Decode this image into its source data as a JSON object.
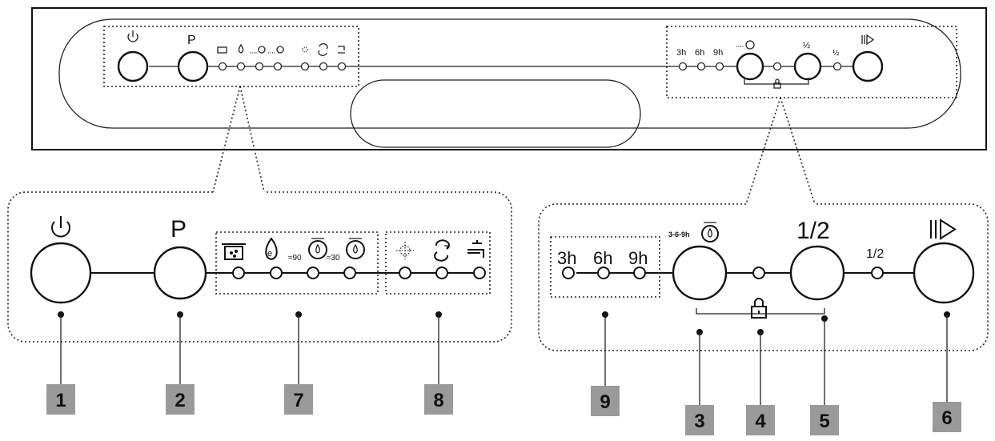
{
  "top_panel": {
    "left_labels": [
      "3h",
      "6h",
      "9h"
    ],
    "half_label": "½",
    "half_small": "½",
    "p_label": "P"
  },
  "left_detail": {
    "p_label": "P",
    "prog_90": "≈90",
    "prog_30": "≈30"
  },
  "right_detail": {
    "delay_labels": [
      "3h",
      "6h",
      "9h"
    ],
    "delay_prefix": "3-6-9h",
    "half_large": "1/2",
    "half_small": "1/2"
  },
  "callouts": [
    "1",
    "2",
    "7",
    "8",
    "9",
    "3",
    "4",
    "5",
    "6"
  ],
  "colors": {
    "badge": "#9a9a9a",
    "line": "#111111"
  }
}
